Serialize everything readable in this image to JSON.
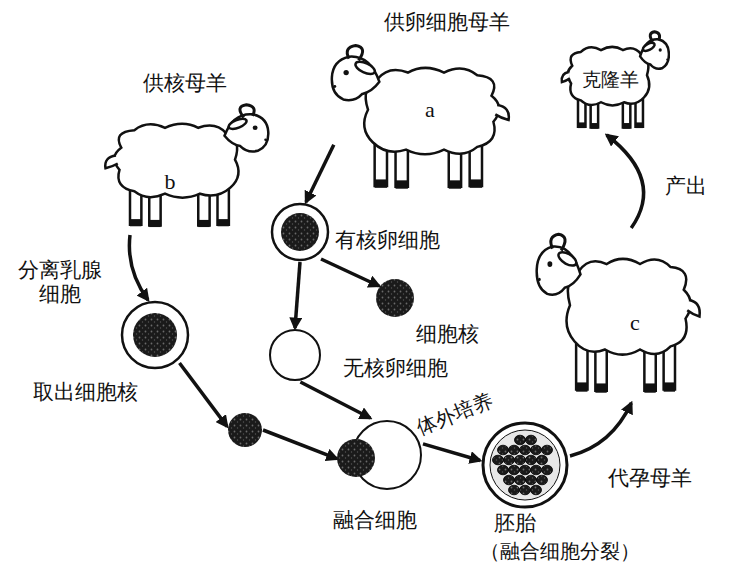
{
  "diagram": {
    "nodes": [
      {
        "text": [
          "供核母羊",
          "b"
        ]
      },
      {
        "text": [
          "供卵细胞母羊",
          "a"
        ]
      },
      {
        "text": [
          "克隆羊"
        ]
      },
      {
        "text": [
          "分离乳腺细胞"
        ]
      },
      {
        "text": [
          "有核卵细胞"
        ]
      },
      {
        "text": [
          "细胞核"
        ]
      },
      {
        "text": [
          "无核卵细胞"
        ]
      },
      {
        "text": [
          "取出细胞核"
        ]
      },
      {
        "text": [
          "融合细胞"
        ]
      },
      {
        "text": [
          "胚胎",
          "（融合细胞分裂）"
        ]
      },
      {
        "text": [
          "c"
        ]
      }
    ],
    "edges": [
      {
        "from": 0,
        "to": 3,
        "arrow": "to"
      },
      {
        "from": 1,
        "to": 4,
        "arrow": "to"
      },
      {
        "from": 4,
        "to": 5,
        "arrow": "to"
      },
      {
        "from": 4,
        "to": 6,
        "arrow": "to"
      },
      {
        "from": 3,
        "to": 7,
        "arrow": "to"
      },
      {
        "from": 7,
        "to": 8,
        "arrow": "to"
      },
      {
        "from": 6,
        "to": 8,
        "arrow": "to"
      },
      {
        "from": 8,
        "to": 9,
        "label": "体外培养",
        "arrow": "to"
      },
      {
        "from": 9,
        "to": 10,
        "label": "代孕母羊",
        "arrow": "to"
      },
      {
        "from": 10,
        "to": 2,
        "label": "产出",
        "arrow": "to"
      }
    ]
  }
}
